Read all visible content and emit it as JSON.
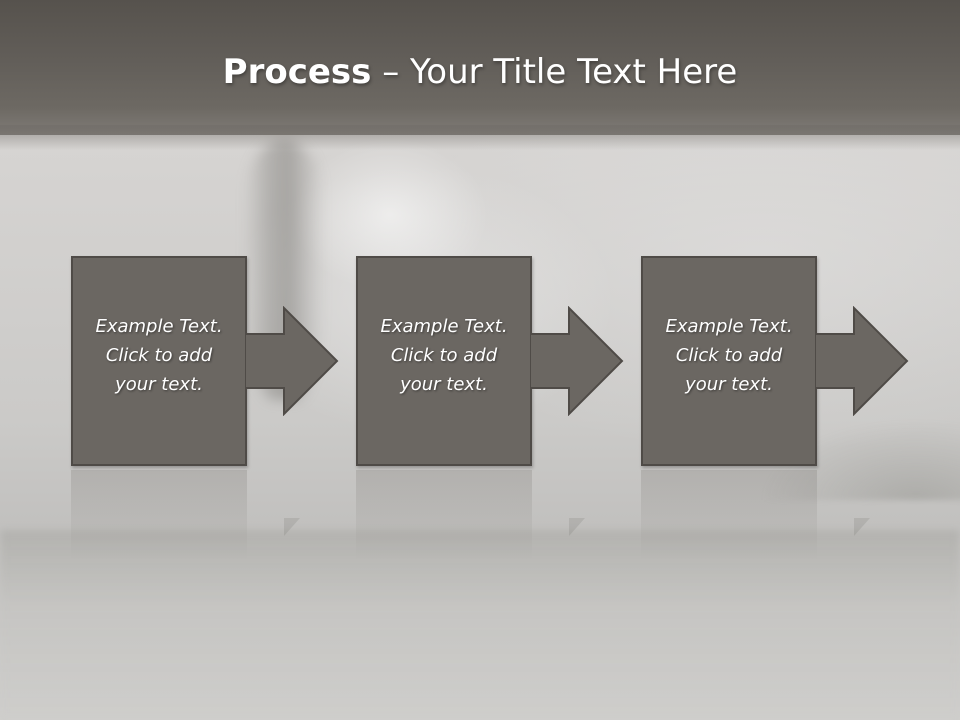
{
  "slide": {
    "title_bold": "Process",
    "title_separator": " – ",
    "title_rest": "Your Title Text Here"
  },
  "steps": [
    {
      "line1": "Example Text.",
      "line2": "Click  to add",
      "line3": "your text."
    },
    {
      "line1": "Example Text.",
      "line2": "Click  to add",
      "line3": "your text."
    },
    {
      "line1": "Example Text.",
      "line2": "Click  to add",
      "line3": "your text."
    }
  ],
  "colors": {
    "header": "#5f5b56",
    "box_fill": "#6b6762",
    "box_border": "#4f4b47",
    "text": "#ffffff"
  }
}
